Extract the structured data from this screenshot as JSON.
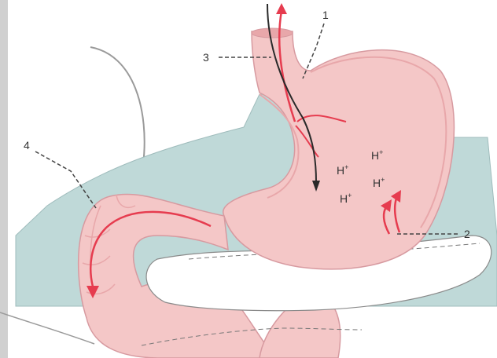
{
  "callouts": {
    "one": "1",
    "two": "2",
    "three": "3",
    "four": "4"
  },
  "ions": {
    "base": "H",
    "charge": "+"
  },
  "colors": {
    "tissue": "#f4c7c7",
    "tissue_dark": "#e8a7aa",
    "outline": "#d79aa0",
    "background_organ": "#bfd9d8",
    "red_arrow": "#e63c4f",
    "black_arrow": "#2a2a2a",
    "line": "#666666"
  }
}
